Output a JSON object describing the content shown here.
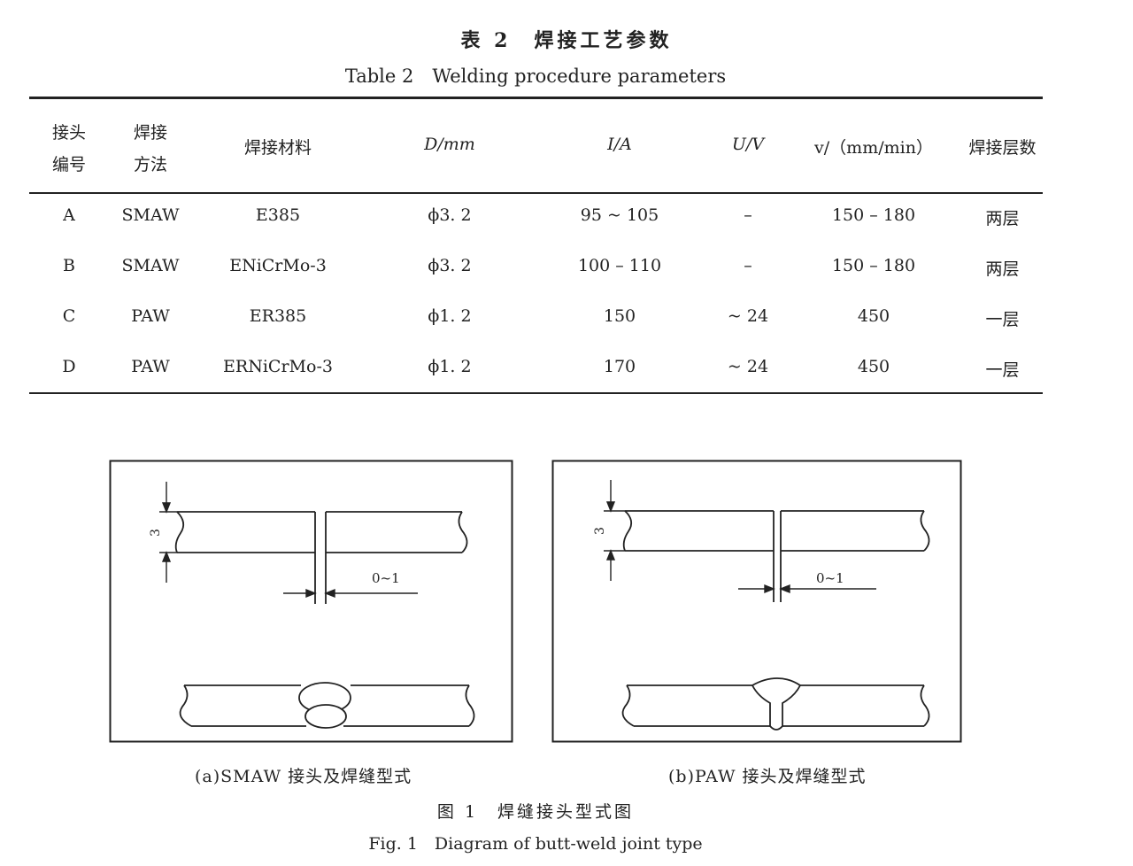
{
  "table": {
    "title_cn": "表 2　焊接工艺参数",
    "title_en": "Table 2　Welding procedure parameters",
    "headers": {
      "joint_no_line1": "接头",
      "joint_no_line2": "编号",
      "method_line1": "焊接",
      "method_line2": "方法",
      "material": "焊接材料",
      "diameter": "D/mm",
      "current": "I/A",
      "voltage": "U/V",
      "speed": "v/（mm/min）",
      "layers": "焊接层数"
    },
    "rows": [
      {
        "joint": "A",
        "method": "SMAW",
        "material": "E385",
        "diameter": "ϕ3. 2",
        "current": "95 ~ 105",
        "voltage": "–",
        "speed": "150 – 180",
        "layers": "两层"
      },
      {
        "joint": "B",
        "method": "SMAW",
        "material": "ENiCrMo-3",
        "diameter": "ϕ3. 2",
        "current": "100 – 110",
        "voltage": "–",
        "speed": "150 – 180",
        "layers": "两层"
      },
      {
        "joint": "C",
        "method": "PAW",
        "material": "ER385",
        "diameter": "ϕ1. 2",
        "current": "150",
        "voltage": "~ 24",
        "speed": "450",
        "layers": "一层"
      },
      {
        "joint": "D",
        "method": "PAW",
        "material": "ERNiCrMo-3",
        "diameter": "ϕ1. 2",
        "current": "170",
        "voltage": "~ 24",
        "speed": "450",
        "layers": "一层"
      }
    ]
  },
  "figure": {
    "panel_a": {
      "thickness_label": "3",
      "gap_label": "0~1",
      "caption": "(a)SMAW 接头及焊缝型式"
    },
    "panel_b": {
      "thickness_label": "3",
      "gap_label": "0~1",
      "caption": "(b)PAW 接头及焊缝型式"
    },
    "caption_cn": "图 1　焊缝接头型式图",
    "caption_en": "Fig. 1　Diagram of butt-weld joint type"
  }
}
